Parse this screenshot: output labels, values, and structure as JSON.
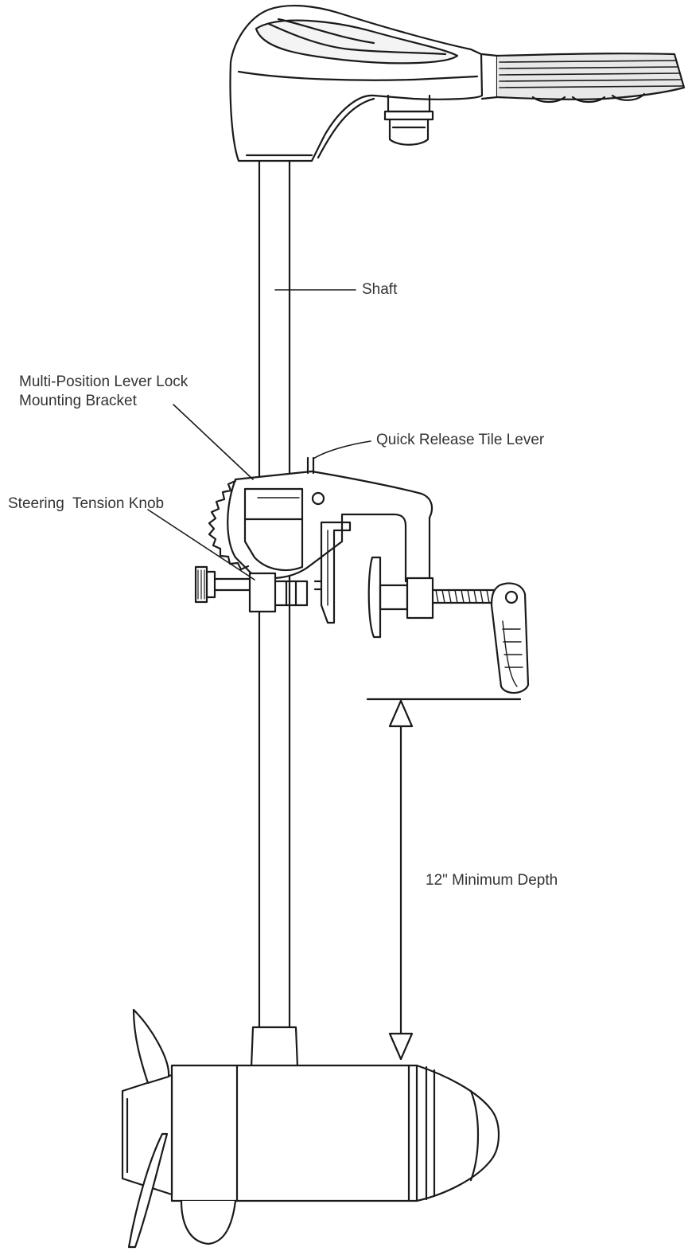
{
  "labels": {
    "shaft": "Shaft",
    "multi_position_line1": "Multi-Position Lever Lock",
    "multi_position_line2": "Mounting Bracket",
    "quick_release": "Quick Release Tile Lever",
    "steering_tension": "Steering  Tension Knob",
    "minimum_depth": "12\" Minimum Depth"
  },
  "colors": {
    "line": "#1a1a1a",
    "text": "#333333",
    "background": "#ffffff"
  }
}
